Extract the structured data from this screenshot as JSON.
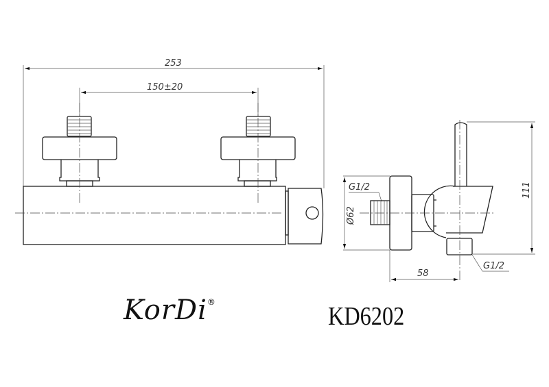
{
  "dimensions": {
    "overall_length": "253",
    "center_distance": "150±20",
    "diameter": "Ø62",
    "inlet_thread": "G1/2",
    "outlet_thread": "G1/2",
    "depth": "58",
    "height": "111"
  },
  "brand": {
    "name": "KorDi",
    "mark": "®"
  },
  "model": "KD6202"
}
